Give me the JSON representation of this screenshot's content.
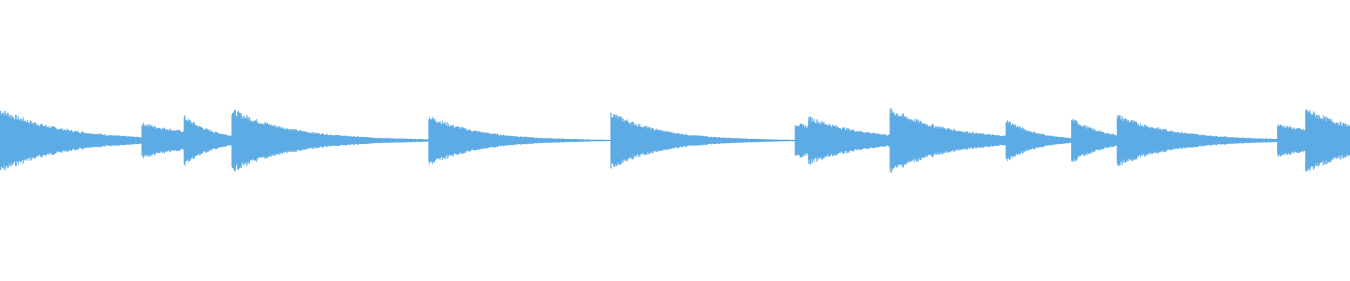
{
  "player": {
    "waveform": {
      "color": "#5dabe4",
      "background": "#ffffff",
      "duration_s": 20.0,
      "onsets_s": [
        0.0,
        2.1,
        2.72,
        3.43,
        6.35,
        9.05,
        11.78,
        11.97,
        13.18,
        14.9,
        15.87,
        16.55,
        18.92,
        19.34
      ],
      "peak_amplitude": [
        0.98,
        0.55,
        0.78,
        0.98,
        0.78,
        0.88,
        0.55,
        0.75,
        1.0,
        0.68,
        0.7,
        0.8,
        0.52,
        1.0
      ],
      "decay_rate": [
        0.95,
        1.0,
        0.45,
        0.9,
        0.75,
        0.75,
        1.0,
        0.85,
        0.9,
        0.45,
        0.5,
        0.85,
        1.0,
        0.9
      ],
      "resting_amplitude": 0.02
    }
  }
}
